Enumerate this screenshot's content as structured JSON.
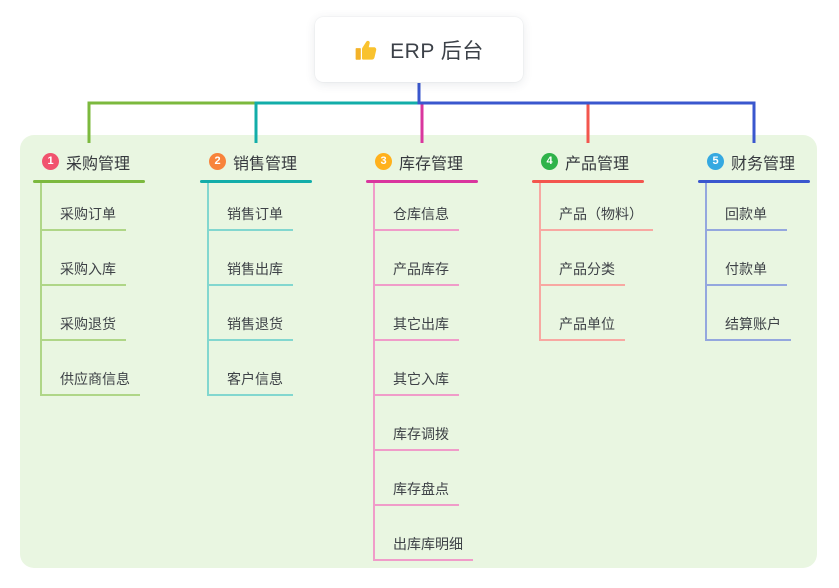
{
  "root": {
    "title": "ERP 后台",
    "icon": "thumbs-up-icon"
  },
  "colors": {
    "canvas_bg": "#FFFFFF",
    "panel_bg": "#E9F6E1",
    "root_connector": "#3F56D0",
    "header_text": "#36393E",
    "child_text": "#3E4247",
    "thumb_yellow": "#F9C22E"
  },
  "branches": [
    {
      "index": "1",
      "label": "采购管理",
      "badge_color": "#F1536E",
      "line_color": "#7CB93E",
      "tint_color": "#AFD687",
      "children": [
        "采购订单",
        "采购入库",
        "采购退货",
        "供应商信息"
      ]
    },
    {
      "index": "2",
      "label": "销售管理",
      "badge_color": "#F8833B",
      "line_color": "#12ADA9",
      "tint_color": "#82D7CF",
      "children": [
        "销售订单",
        "销售出库",
        "销售退货",
        "客户信息"
      ]
    },
    {
      "index": "3",
      "label": "库存管理",
      "badge_color": "#FFB11C",
      "line_color": "#D9369E",
      "tint_color": "#F09CC9",
      "children": [
        "仓库信息",
        "产品库存",
        "其它出库",
        "其它入库",
        "库存调拨",
        "库存盘点",
        "出库库明细"
      ]
    },
    {
      "index": "4",
      "label": "产品管理",
      "badge_color": "#2FB34A",
      "line_color": "#F3564E",
      "tint_color": "#F8A8A2",
      "children": [
        "产品（物料）",
        "产品分类",
        "产品单位"
      ]
    },
    {
      "index": "5",
      "label": "财务管理",
      "badge_color": "#35A9E1",
      "line_color": "#3A57CE",
      "tint_color": "#94A7DE",
      "children": [
        "回款单",
        "付款单",
        "结算账户"
      ]
    }
  ]
}
